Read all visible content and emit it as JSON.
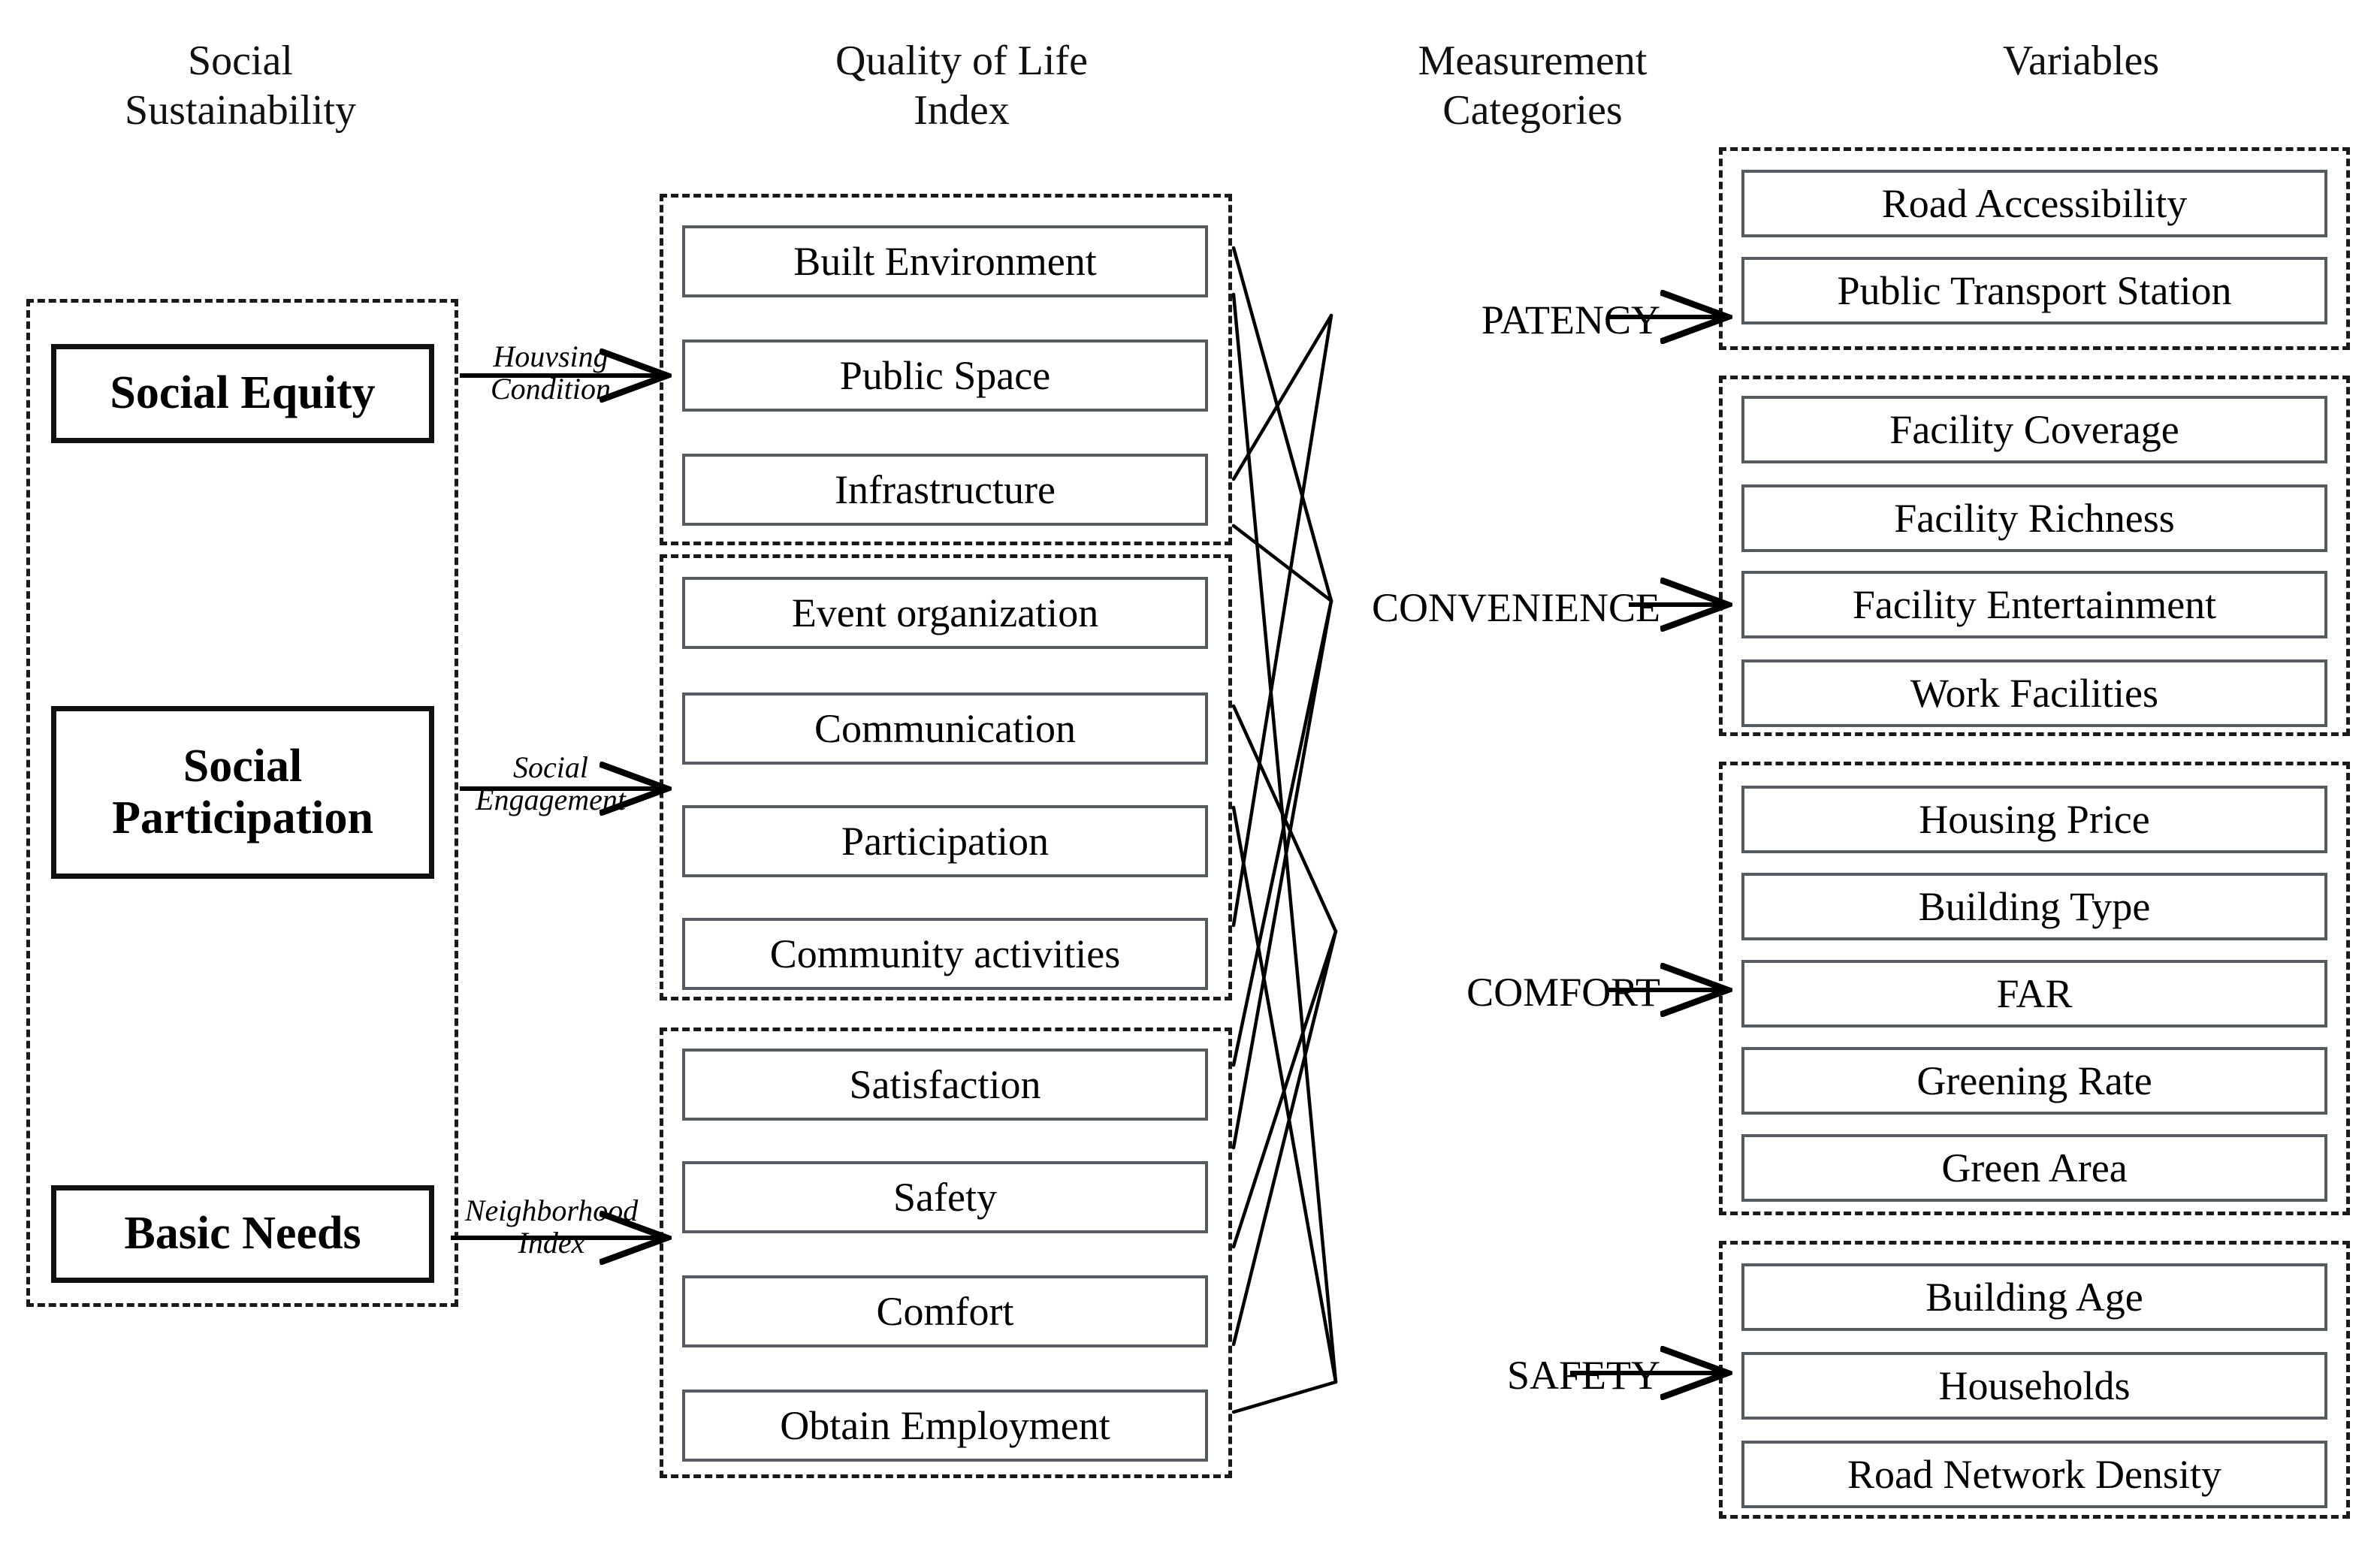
{
  "columns": {
    "social_sustainability": "Social\nSustainability",
    "quality_of_life_index": "Quality of Life\nIndex",
    "measurement_categories": "Measurement\nCategories",
    "variables": "Variables"
  },
  "pillars": [
    {
      "label": "Social Equity",
      "arrow_label": "Houvsing\nCondition"
    },
    {
      "label": "Social\nParticipation",
      "arrow_label": "Social\nEngagement"
    },
    {
      "label": "Basic Needs",
      "arrow_label": "Neighborhood\nIndex"
    }
  ],
  "qol_groups": [
    {
      "name": "built-environment-group",
      "items": [
        "Built Environment",
        "Public Space",
        "Infrastructure"
      ]
    },
    {
      "name": "social-participation-group",
      "items": [
        "Event organization",
        "Communication",
        "Participation",
        "Community activities"
      ]
    },
    {
      "name": "basic-needs-group",
      "items": [
        "Satisfaction",
        "Safety",
        "Comfort",
        "Obtain Employment"
      ]
    }
  ],
  "categories": [
    {
      "label": "PATENCY"
    },
    {
      "label": "CONVENIENCE"
    },
    {
      "label": "COMFORT"
    },
    {
      "label": "SAFETY"
    }
  ],
  "variable_groups": [
    {
      "category": "PATENCY",
      "items": [
        "Road Accessibility",
        "Public Transport Station"
      ]
    },
    {
      "category": "CONVENIENCE",
      "items": [
        "Facility Coverage",
        "Facility Richness",
        "Facility Entertainment",
        "Work Facilities"
      ]
    },
    {
      "category": "COMFORT",
      "items": [
        "Housing Price",
        "Building Type",
        "FAR",
        "Greening Rate",
        "Green Area"
      ]
    },
    {
      "category": "SAFETY",
      "items": [
        "Building Age",
        "Households",
        "Road Network Density"
      ]
    }
  ],
  "colors": {
    "stroke": "#000000",
    "box_border": "#555a5e",
    "dash_border": "#1a1a1a",
    "background": "#ffffff"
  }
}
